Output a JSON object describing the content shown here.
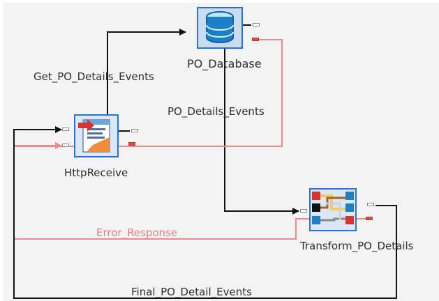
{
  "diagram": {
    "nodes": [
      {
        "id": "po-database",
        "label": "PO_Database",
        "icon": "database-icon"
      },
      {
        "id": "http-receive",
        "label": "HttpReceive",
        "icon": "http-receive-icon"
      },
      {
        "id": "transform-po-details",
        "label": "Transform_PO_Details",
        "icon": "transform-icon"
      }
    ],
    "connections": [
      {
        "label": "Get_PO_Details_Events",
        "from": "HttpReceive",
        "to": "PO_Database",
        "color": "#111111"
      },
      {
        "label": "PO_Details_Events",
        "from": "PO_Database",
        "to": "Transform_PO_Details",
        "color": "#111111"
      },
      {
        "label": "Error_Response",
        "from": "Transform_PO_Details",
        "to": "HttpReceive",
        "color": "#f08a8a"
      },
      {
        "label": "Final_PO_Detail_Events",
        "from": "Transform_PO_Details",
        "to": "HttpReceive",
        "color": "#111111"
      },
      {
        "label": "",
        "from": "PO_Database",
        "to": "HttpReceive",
        "color": "#f08a8a"
      }
    ],
    "colors": {
      "background": "#f3f3f3",
      "success_wire": "#111111",
      "error_wire": "#f08a8a",
      "node_border": "#2d74c9"
    }
  }
}
